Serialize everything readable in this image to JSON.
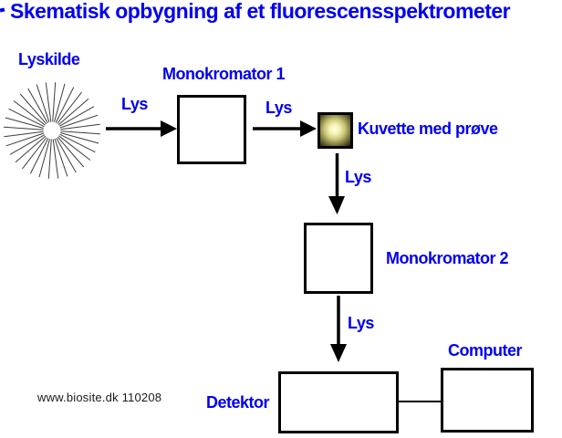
{
  "title": "Skematisk opbygning af et fluorescensspektrometer",
  "watermark": "www.biosite.dk 110208",
  "colors": {
    "accent": "#0000ee",
    "line": "#000000",
    "background": "#ffffff",
    "glow_center": "#ffffe6",
    "glow_mid": "#c9c577",
    "glow_edge": "#17170a"
  },
  "icons": {
    "light_source": "starburst-rays"
  },
  "nodes": {
    "light_source": {
      "label": "Lyskilde"
    },
    "monochromator1": {
      "label": "Monokromator 1"
    },
    "cuvette": {
      "label": "Kuvette med prøve"
    },
    "monochromator2": {
      "label": "Monokromator 2"
    },
    "detector": {
      "label": "Detektor"
    },
    "computer": {
      "label": "Computer"
    }
  },
  "arrows": {
    "source_to_mono1": {
      "label": "Lys"
    },
    "mono1_to_cuvette": {
      "label": "Lys"
    },
    "cuvette_to_mono2": {
      "label": "Lys"
    },
    "mono2_to_detector": {
      "label": "Lys"
    }
  }
}
